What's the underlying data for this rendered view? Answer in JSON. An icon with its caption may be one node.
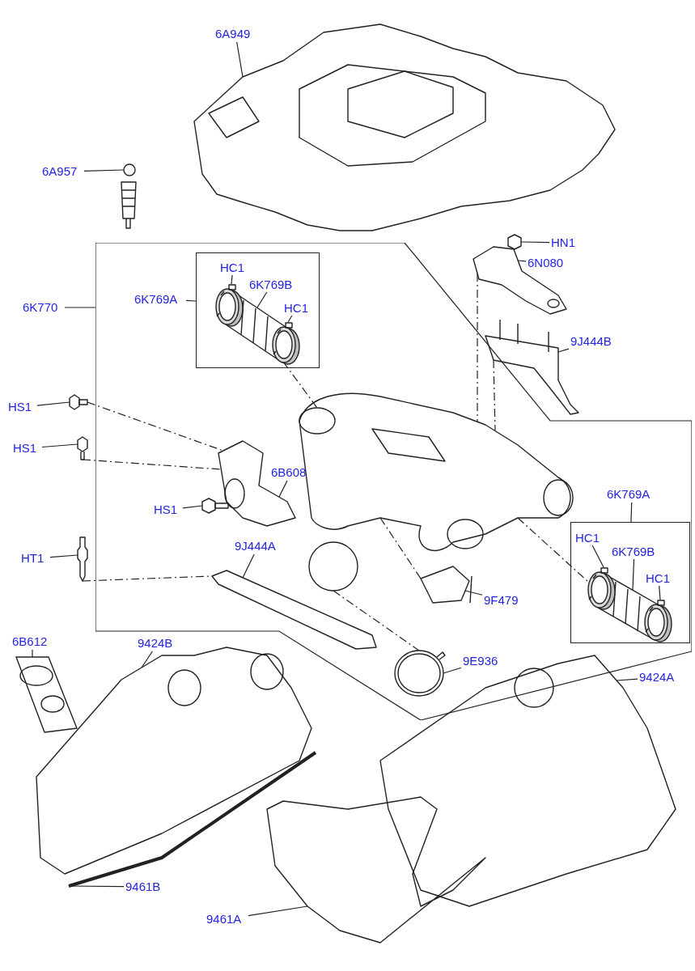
{
  "diagram": {
    "nodes": [
      {
        "text": [
          "6A949"
        ]
      },
      {
        "text": [
          "6A957"
        ]
      },
      {
        "text": [],
        "shape": "box"
      },
      {
        "text": [
          "HN1"
        ]
      },
      {
        "text": [
          "6N080"
        ]
      },
      {
        "text": [
          "6K770"
        ]
      },
      {
        "text": [],
        "shape": "box",
        "in": 2
      },
      {
        "text": [
          "HC1"
        ],
        "in": 6
      },
      {
        "text": [
          "6K769B"
        ],
        "in": 6
      },
      {
        "text": [
          "HC1"
        ],
        "in": 6
      },
      {
        "text": [
          "6K769A"
        ],
        "in": 2
      },
      {
        "text": [
          "9J444B"
        ]
      },
      {
        "text": [
          "HS1"
        ]
      },
      {
        "text": [
          "HS1"
        ]
      },
      {
        "text": [
          "6B608"
        ],
        "in": 2
      },
      {
        "text": [
          "HS1"
        ],
        "in": 2
      },
      {
        "text": [
          "6K769A"
        ],
        "in": 2
      },
      {
        "text": [],
        "shape": "box",
        "in": 2
      },
      {
        "text": [
          "HC1"
        ],
        "in": 17
      },
      {
        "text": [
          "6K769B"
        ],
        "in": 17
      },
      {
        "text": [
          "HC1"
        ],
        "in": 17
      },
      {
        "text": [
          "HT1"
        ]
      },
      {
        "text": [
          "9J444A"
        ],
        "in": 2
      },
      {
        "text": [
          "9F479"
        ],
        "in": 2
      },
      {
        "text": [
          "6B612"
        ]
      },
      {
        "text": [
          "9424B"
        ]
      },
      {
        "text": [
          "9E936"
        ],
        "in": 2
      },
      {
        "text": [
          "9424A"
        ]
      },
      {
        "text": [
          "9461B"
        ]
      },
      {
        "text": [
          "9461A"
        ]
      },
      {
        "text": [],
        "shape": "picture"
      },
      {
        "text": [],
        "shape": "picture"
      },
      {
        "text": [],
        "shape": "picture"
      },
      {
        "text": [],
        "shape": "picture"
      },
      {
        "text": [],
        "shape": "picture"
      },
      {
        "text": [],
        "shape": "picture",
        "in": 6
      },
      {
        "text": [],
        "shape": "picture",
        "in": 6
      },
      {
        "text": [],
        "shape": "picture",
        "in": 6
      },
      {
        "text": [],
        "shape": "picture"
      },
      {
        "text": [],
        "shape": "picture"
      },
      {
        "text": [],
        "shape": "picture",
        "in": 2
      },
      {
        "text": [],
        "shape": "picture",
        "in": 2
      },
      {
        "text": [],
        "shape": "picture",
        "in": 17
      },
      {
        "text": [],
        "shape": "picture",
        "in": 17
      },
      {
        "text": [],
        "shape": "picture",
        "in": 17
      },
      {
        "text": [],
        "shape": "picture"
      },
      {
        "text": [],
        "shape": "picture",
        "in": 2
      },
      {
        "text": [],
        "shape": "picture",
        "in": 2
      },
      {
        "text": [],
        "shape": "picture"
      },
      {
        "text": [],
        "shape": "picture"
      },
      {
        "text": [],
        "shape": "picture",
        "in": 2
      },
      {
        "text": [],
        "shape": "picture"
      },
      {
        "text": [],
        "shape": "picture"
      },
      {
        "text": [],
        "shape": "picture"
      },
      {
        "text": [],
        "shape": "picture",
        "in": 2
      }
    ],
    "edges": [
      {
        "from": 0,
        "to": 30,
        "arrow": "none"
      },
      {
        "from": 1,
        "to": 31,
        "arrow": "none"
      },
      {
        "from": 3,
        "to": 32,
        "arrow": "none"
      },
      {
        "from": 4,
        "to": 33,
        "arrow": "none"
      },
      {
        "from": 5,
        "to": 2,
        "arrow": "none"
      },
      {
        "from": 7,
        "to": 36,
        "arrow": "none"
      },
      {
        "from": 8,
        "to": 35,
        "arrow": "none"
      },
      {
        "from": 9,
        "to": 37,
        "arrow": "none"
      },
      {
        "from": 10,
        "to": 6,
        "arrow": "none"
      },
      {
        "from": 11,
        "to": 34,
        "arrow": "none"
      },
      {
        "from": 12,
        "to": 38,
        "arrow": "none"
      },
      {
        "from": 13,
        "to": 39,
        "arrow": "none"
      },
      {
        "from": 14,
        "to": 40,
        "arrow": "none"
      },
      {
        "from": 15,
        "to": 41,
        "arrow": "none"
      },
      {
        "from": 16,
        "to": 17,
        "arrow": "none"
      },
      {
        "from": 18,
        "to": 43,
        "arrow": "none"
      },
      {
        "from": 19,
        "to": 42,
        "arrow": "none"
      },
      {
        "from": 20,
        "to": 44,
        "arrow": "none"
      },
      {
        "from": 21,
        "to": 45,
        "arrow": "none"
      },
      {
        "from": 22,
        "to": 46,
        "arrow": "none"
      },
      {
        "from": 23,
        "to": 47,
        "arrow": "none"
      },
      {
        "from": 24,
        "to": 48,
        "arrow": "none"
      },
      {
        "from": 25,
        "to": 49,
        "arrow": "none"
      },
      {
        "from": 26,
        "to": 50,
        "arrow": "none"
      },
      {
        "from": 27,
        "to": 51,
        "arrow": "none"
      },
      {
        "from": 28,
        "to": 52,
        "arrow": "none"
      },
      {
        "from": 29,
        "to": 53,
        "arrow": "none"
      },
      {
        "from": 38,
        "to": 40,
        "arrow": "none",
        "style": "dashed"
      },
      {
        "from": 39,
        "to": 40,
        "arrow": "none",
        "style": "dashed"
      },
      {
        "from": 45,
        "to": 46,
        "arrow": "none",
        "style": "dashed"
      },
      {
        "from": 37,
        "to": 54,
        "arrow": "none",
        "style": "dashed"
      },
      {
        "from": 33,
        "to": 54,
        "arrow": "none",
        "style": "dashed"
      },
      {
        "from": 34,
        "to": 54,
        "arrow": "none",
        "style": "dashed"
      },
      {
        "from": 54,
        "to": 43,
        "arrow": "none",
        "style": "dashed"
      },
      {
        "from": 54,
        "to": 47,
        "arrow": "none",
        "style": "dashed"
      },
      {
        "from": 54,
        "to": 50,
        "arrow": "none",
        "style": "dashed"
      }
    ]
  }
}
